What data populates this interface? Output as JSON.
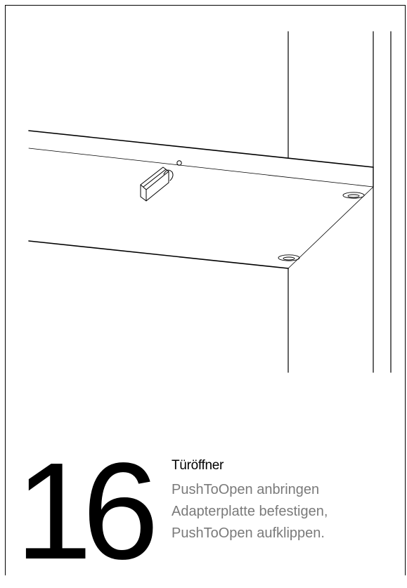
{
  "step": {
    "number": "16",
    "title": "Türöffner",
    "lines": [
      "PushToOpen anbringen",
      "Adapterplatte befestigen,",
      "PushToOpen aufklippen."
    ]
  },
  "colors": {
    "line": "#000000",
    "text_secondary": "#7a7a7a",
    "background": "#ffffff"
  }
}
